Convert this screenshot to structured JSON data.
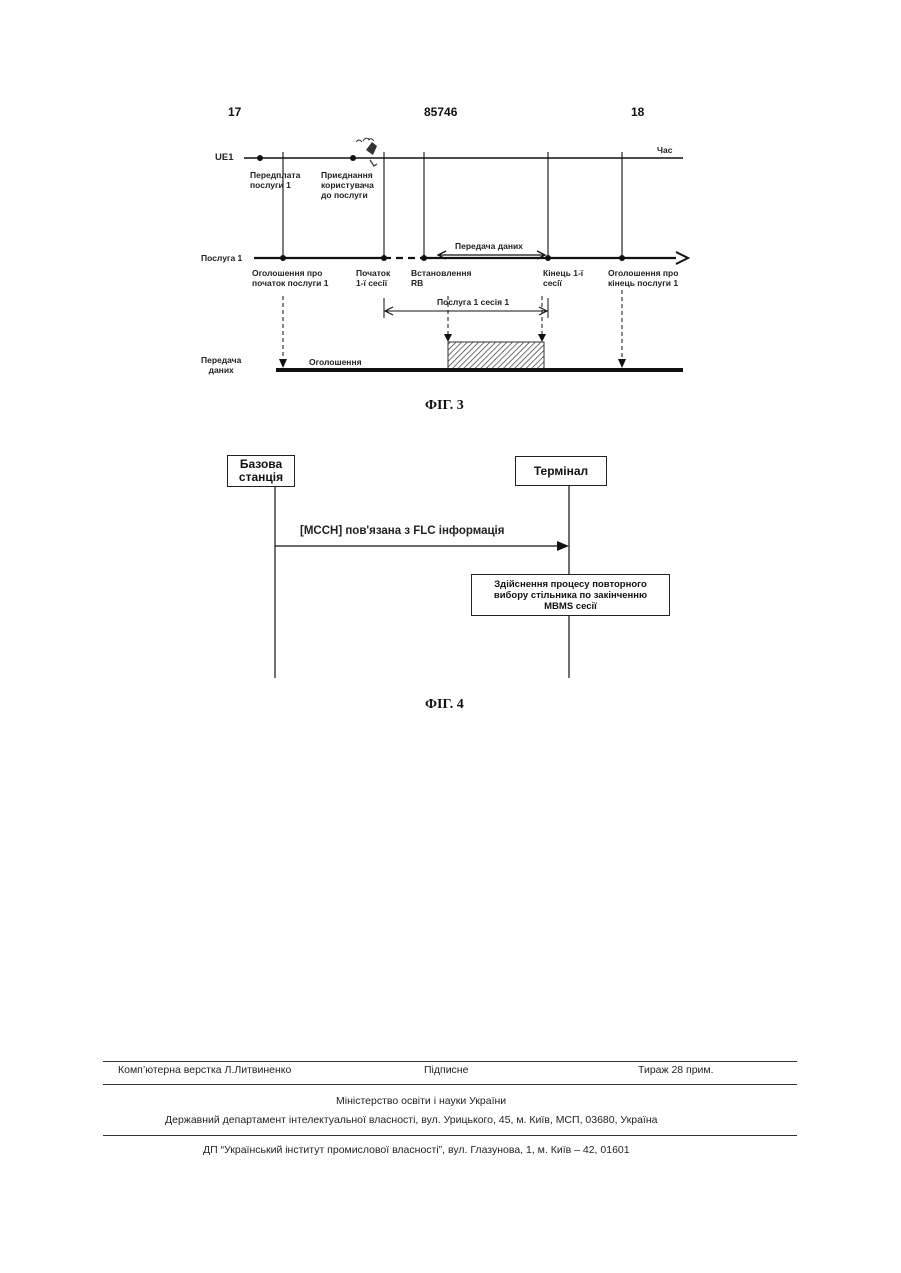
{
  "header": {
    "page_left": "17",
    "patent_number": "85746",
    "page_right": "18"
  },
  "fig3": {
    "ue_label": "UE1",
    "time_label": "Час",
    "subscription_label": [
      "Передплата",
      "послуги 1"
    ],
    "join_label": [
      "Приєднання",
      "користувача",
      "до послуги"
    ],
    "service_label": "Послуга 1",
    "data_transfer_label": "Передача даних",
    "announce_start_label": [
      "Оголошення про",
      "початок послуги 1"
    ],
    "session_start_label": [
      "Початок",
      "1-ї сесії"
    ],
    "rb_setup_label": [
      "Встановлення",
      "RB"
    ],
    "session_end_label": [
      "Кінець 1-ї",
      "сесії"
    ],
    "announce_end_label": [
      "Оголошення про",
      "кінець послуги 1"
    ],
    "service_session_label": "Послуга 1 сесія 1",
    "data_row_label": [
      "Передача",
      "даних"
    ],
    "announcement_label": "Оголошення",
    "caption": "ФІГ. 3"
  },
  "fig4": {
    "base_station_label": [
      "Базова",
      "станція"
    ],
    "terminal_label": "Термінал",
    "message_label": "[MCCH] пов'язана з FLC інформація",
    "process_label": [
      "Здійснення процесу повторного",
      "вибору стільника по закінченню",
      "MBMS сесії"
    ],
    "caption": "ФІГ. 4"
  },
  "footer": {
    "layout": "Комп’ютерна верстка Л.Литвиненко",
    "signed": "Підписне",
    "circulation": "Тираж 28 прим.",
    "ministry": "Міністерство освіти і науки України",
    "department": "Державний департамент інтелектуальної власності, вул. Урицького, 45, м. Київ, МСП, 03680, Україна",
    "institute": "ДП “Український інститут промислової власності”, вул. Глазунова, 1, м. Київ – 42, 01601"
  }
}
